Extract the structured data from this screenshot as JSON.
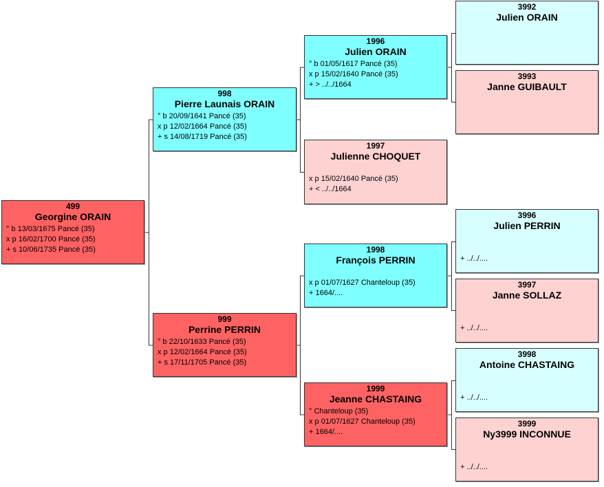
{
  "colors": {
    "male_fill": "#7fffff",
    "female_fill": "#ff6262",
    "female_light_fill": "#ffd2d2",
    "male_light_fill": "#d8ffff",
    "connector": "#333333"
  },
  "people": {
    "p499": {
      "num": "499",
      "name": "Georgine ORAIN",
      "facts": [
        "° b 13/03/1675 Pancé (35)",
        "x p 16/02/1700 Pancé (35)",
        "+ s 10/06/1735 Pancé (35)"
      ]
    },
    "p998": {
      "num": "998",
      "name": "Pierre Launais ORAIN",
      "facts": [
        "° b 20/09/1641 Pancé (35)",
        "x p 12/02/1664 Pancé (35)",
        "+ s 14/08/1719 Pancé (35)"
      ]
    },
    "p999": {
      "num": "999",
      "name": "Perrine PERRIN",
      "facts": [
        "° b 22/10/1633 Pancé (35)",
        "x p 12/02/1664 Pancé (35)",
        "+ s 17/11/1705 Pancé (35)"
      ]
    },
    "p1996": {
      "num": "1996",
      "name": "Julien ORAIN",
      "facts": [
        "° b 01/05/1617 Pancé (35)",
        "x p 15/02/1640 Pancé (35)",
        "+ > ../../1664"
      ]
    },
    "p1997": {
      "num": "1997",
      "name": "Julienne CHOQUET",
      "facts": [
        "",
        "x p 15/02/1640 Pancé (35)",
        "+ < ../../1664"
      ]
    },
    "p1998": {
      "num": "1998",
      "name": "François PERRIN",
      "facts": [
        "",
        "x p 01/07/1627 Chanteloup (35)",
        "+ 1664/...."
      ]
    },
    "p1999": {
      "num": "1999",
      "name": "Jeanne CHASTAING",
      "facts": [
        "° Chanteloup (35)",
        "x p 01/07/1627 Chanteloup (35)",
        "+ 1664/...."
      ]
    },
    "p3992": {
      "num": "3992",
      "name": "Julien ORAIN",
      "facts": [
        "",
        "",
        ""
      ]
    },
    "p3993": {
      "num": "3993",
      "name": "Janne GUIBAULT",
      "facts": [
        "",
        "",
        ""
      ]
    },
    "p3996": {
      "num": "3996",
      "name": "Julien PERRIN",
      "facts": [
        "",
        "",
        "+ ../../...."
      ]
    },
    "p3997": {
      "num": "3997",
      "name": "Janne SOLLAZ",
      "facts": [
        "",
        "",
        "+ ../../...."
      ]
    },
    "p3998": {
      "num": "3998",
      "name": "Antoine CHASTAING",
      "facts": [
        "",
        "",
        "+ ../../...."
      ]
    },
    "p3999": {
      "num": "3999",
      "name": "Ny3999 INCONNUE",
      "facts": [
        "",
        "",
        "+ ../../...."
      ]
    }
  }
}
